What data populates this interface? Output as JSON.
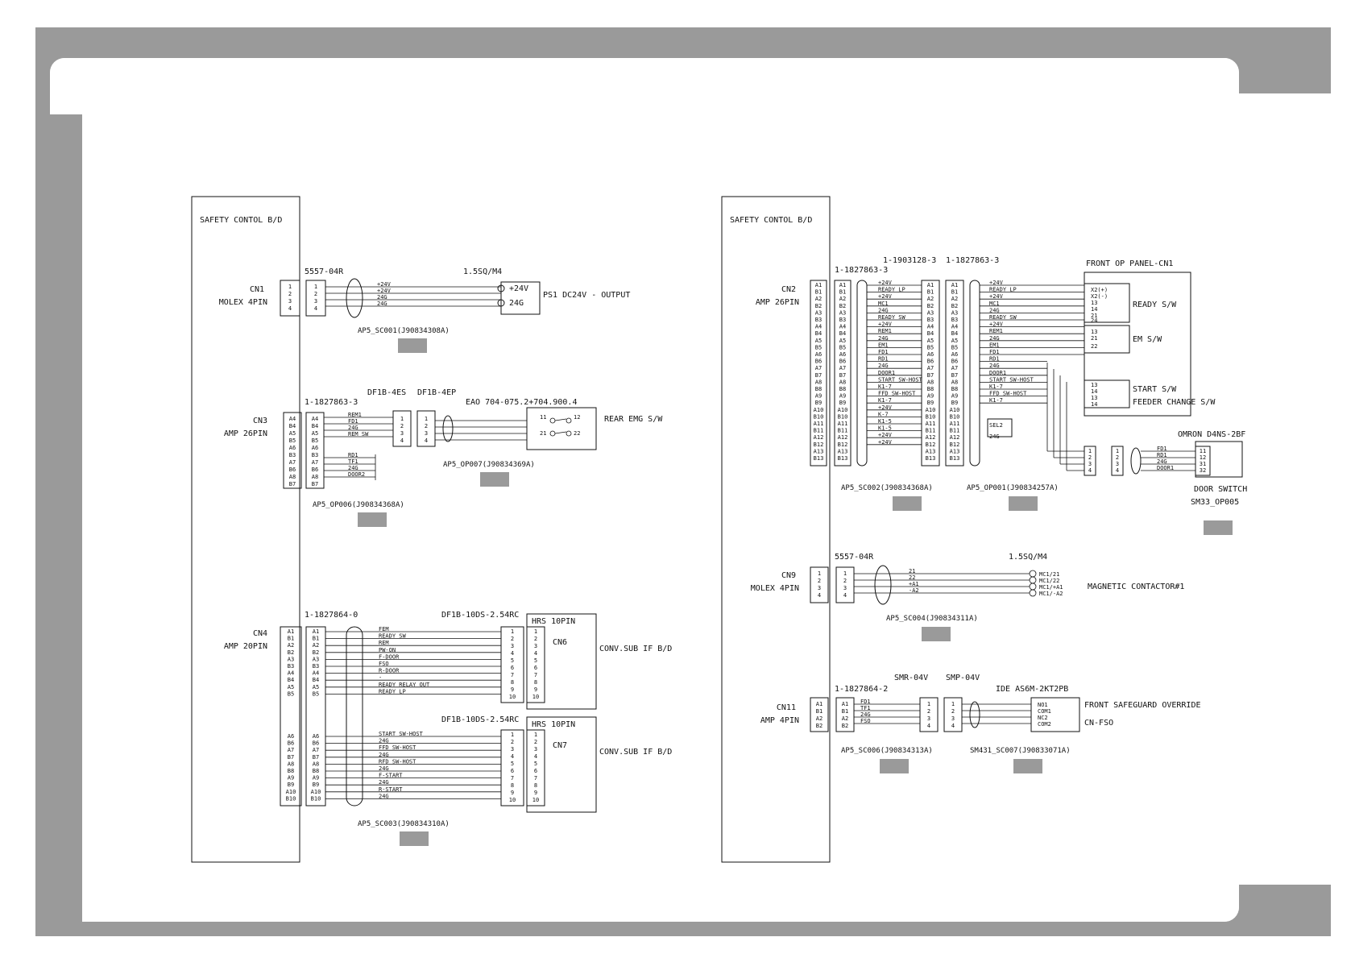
{
  "colors": {
    "frame": "#9a9a9a",
    "page": "#ffffff",
    "ink": "#111111",
    "tag": "#9a9a9a"
  },
  "left": {
    "board": "SAFETY CONTOL B/D",
    "cn1": {
      "label": "CN1",
      "sub": "MOLEX 4PIN",
      "connector": "5557-04R",
      "cable": "1.5SQ/M4",
      "pins": [
        "1",
        "2",
        "3",
        "4"
      ],
      "wires": [
        "+24V",
        "+24V",
        "24G",
        "24G"
      ],
      "terms": [
        "+24V",
        "24G"
      ],
      "device": "PS1 DC24V - OUTPUT",
      "code": "AP5_SC001(J90834308A)"
    },
    "cn3": {
      "label": "CN3",
      "sub": "AMP 26PIN",
      "part": "1-1827863-3",
      "df1": "DF1B-4ES",
      "df2": "DF1B-4EP",
      "eao": "EAO 704-075.2+704.900.4",
      "pins": [
        "A4",
        "B4",
        "A5",
        "B5",
        "A6",
        "B3",
        "A7",
        "B6",
        "A8",
        "B7"
      ],
      "wires": [
        "REM1",
        "FD1",
        "24G",
        "REM SW"
      ],
      "wires2": [
        "RD1",
        "TF1",
        "24G",
        "DOOR2"
      ],
      "plug": [
        "1",
        "2",
        "3",
        "4"
      ],
      "sw": [
        "11",
        "12",
        "21",
        "22"
      ],
      "device": "REAR EMG S/W",
      "code1": "AP5_OP007(J90834369A)",
      "code2": "AP5_OP006(J90834368A)"
    },
    "cn4": {
      "label": "CN4",
      "sub": "AMP 20PIN",
      "part": "1-1827864-0",
      "df": "DF1B-10DS-2.54RC",
      "hrs": "HRS 10PIN",
      "pinsA": [
        "A1",
        "B1",
        "A2",
        "B2",
        "A3",
        "B3",
        "A4",
        "B4",
        "A5",
        "B5"
      ],
      "pinsB": [
        "A6",
        "B6",
        "A7",
        "B7",
        "A8",
        "B8",
        "A9",
        "B9",
        "A10",
        "B10"
      ],
      "wiresA": [
        "FEM",
        "READY SW",
        "REM",
        "PW-ON",
        "F-DOOR",
        "FSO",
        "R-DOOR",
        "-",
        "READY RELAY OUT",
        "READY LP"
      ],
      "wiresB": [
        "START SW-HOST",
        "24G",
        "FFD SW-HOST",
        "24G",
        "RFD SW-HOST",
        "24G",
        "F-START",
        "24G",
        "R-START",
        "24G"
      ],
      "nums": [
        "1",
        "2",
        "3",
        "4",
        "5",
        "6",
        "7",
        "8",
        "9",
        "10"
      ],
      "cn6": "CN6",
      "cn7": "CN7",
      "dev": "CONV.SUB IF B/D",
      "code": "AP5_SC003(J90834310A)"
    }
  },
  "right": {
    "board": "SAFETY CONTOL B/D",
    "cn2": {
      "label": "CN2",
      "sub": "AMP 26PIN",
      "partA": "1-1827863-3",
      "partB": "1-1903128-3",
      "partC": "1-1827863-3",
      "pins": [
        "A1",
        "B1",
        "A2",
        "B2",
        "A3",
        "B3",
        "A4",
        "B4",
        "A5",
        "B5",
        "A6",
        "B6",
        "A7",
        "B7",
        "A8",
        "B8",
        "A9",
        "B9",
        "A10",
        "B10",
        "A11",
        "B11",
        "A12",
        "B12",
        "A13",
        "B13"
      ],
      "wires": [
        "+24V",
        "READY LP",
        "+24V",
        "MC1",
        "24G",
        "READY SW",
        "+24V",
        "REM1",
        "24G",
        "EM1",
        "FD1",
        "RD1",
        "24G",
        "DOOR1",
        "START SW-HOST",
        "K1-7",
        "FFD SW-HOST",
        "K1-7",
        "+24V",
        "K-7",
        "K1-5",
        "K1-5",
        "+24V",
        "+24V"
      ],
      "wires3": [
        "+24V",
        "READY LP",
        "+24V",
        "MC1",
        "24G",
        "READY SW",
        "+24V",
        "REM1",
        "24G",
        "EM1",
        "FD1",
        "RD1",
        "24G",
        "DOOR1",
        "START SW-HOST",
        "K1-7",
        "FFD SW-HOST",
        "K1-7"
      ],
      "sel": [
        "SEL2",
        "24G"
      ],
      "panel": "FRONT OP PANEL-CN1",
      "panelPins": [
        "X2(+)",
        "X2(-)",
        "13",
        "14",
        "21",
        "24",
        "13",
        "21",
        "22",
        "13",
        "14",
        "13",
        "14"
      ],
      "ready": "READY S/W",
      "em": "EM S/W",
      "start": "START S/W",
      "feeder": "FEEDER CHANGE S/W",
      "omron": "OMRON D4NS-2BF",
      "doorWires": [
        "FD1",
        "RD1",
        "24G",
        "DOOR1"
      ],
      "doorPins": [
        "11",
        "12",
        "31",
        "32"
      ],
      "plug": [
        "1",
        "2",
        "3",
        "4"
      ],
      "doorSw": "DOOR SWITCH",
      "doorCode": "SM33_OP005",
      "code1": "AP5_SC002(J90834368A)",
      "code2": "AP5_OP001(J90834257A)"
    },
    "cn9": {
      "label": "CN9",
      "sub": "MOLEX 4PIN",
      "connector": "5557-04R",
      "cable": "1.5SQ/M4",
      "pins": [
        "1",
        "2",
        "3",
        "4"
      ],
      "wires": [
        "21",
        "22",
        "+A1",
        "-A2"
      ],
      "terms": [
        "MC1/21",
        "MC1/22",
        "MC1/+A1",
        "MC1/-A2"
      ],
      "device": "MAGNETIC CONTACTOR#1",
      "code": "AP5_SC004(J90834311A)"
    },
    "cn11": {
      "label": "CN11",
      "sub": "AMP 4PIN",
      "part": "1-1827864-2",
      "smr": "SMR-04V",
      "smp": "SMP-04V",
      "ide": "IDE AS6M-2KT2PB",
      "pins": [
        "A1",
        "B1",
        "A2",
        "B2"
      ],
      "wires": [
        "FD1",
        "TF1",
        "24G",
        "FSO"
      ],
      "plug": [
        "1",
        "2",
        "3",
        "4"
      ],
      "sw": [
        "NO1",
        "COM1",
        "NC2",
        "COM2"
      ],
      "device": "FRONT SAFEGUARD OVERRIDE",
      "sub2": "CN-FSO",
      "code1": "AP5_SC006(J90834313A)",
      "code2": "SM431_SC007(J90833071A)"
    }
  }
}
